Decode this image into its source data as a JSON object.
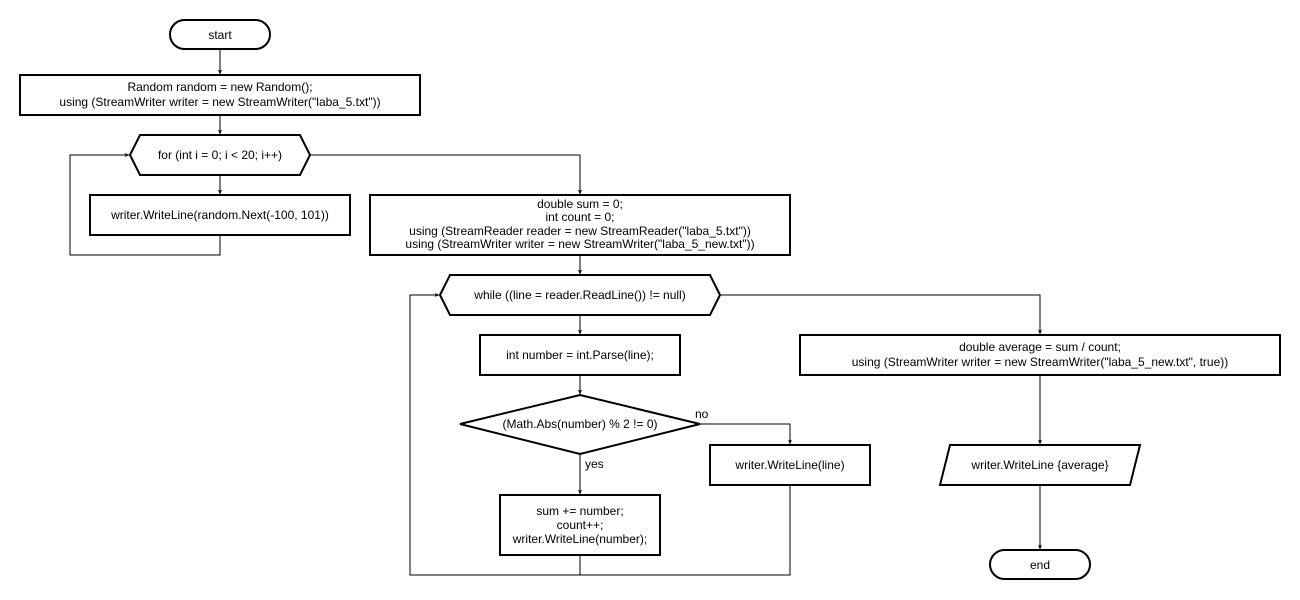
{
  "flowchart": {
    "start": {
      "label": "start"
    },
    "init": {
      "lines": [
        "Random random = new Random();",
        "using (StreamWriter writer = new StreamWriter(\"laba_5.txt\"))"
      ]
    },
    "for_loop": {
      "label": "for (int i = 0; i < 20; i++)"
    },
    "write_random": {
      "label": "writer.WriteLine(random.Next(-100, 101))"
    },
    "init2": {
      "lines": [
        "double sum = 0;",
        "int count = 0;",
        "using (StreamReader reader = new StreamReader(\"laba_5.txt\"))",
        "using (StreamWriter writer = new StreamWriter(\"laba_5_new.txt\"))"
      ]
    },
    "while_loop": {
      "label": "while ((line = reader.ReadLine()) != null)"
    },
    "parse": {
      "label": "int number = int.Parse(line);"
    },
    "decision": {
      "label": "(Math.Abs(number) % 2 != 0)",
      "no_label": "no",
      "yes_label": "yes"
    },
    "write_line": {
      "label": "writer.WriteLine(line)"
    },
    "sum_block": {
      "lines": [
        "sum += number;",
        "count++;",
        "writer.WriteLine(number);"
      ]
    },
    "average_block": {
      "lines": [
        "double average = sum / count;",
        "using (StreamWriter writer = new StreamWriter(\"laba_5_new.txt\", true))"
      ]
    },
    "write_average": {
      "label": "writer.WriteLine {average}"
    },
    "end": {
      "label": "end"
    }
  }
}
